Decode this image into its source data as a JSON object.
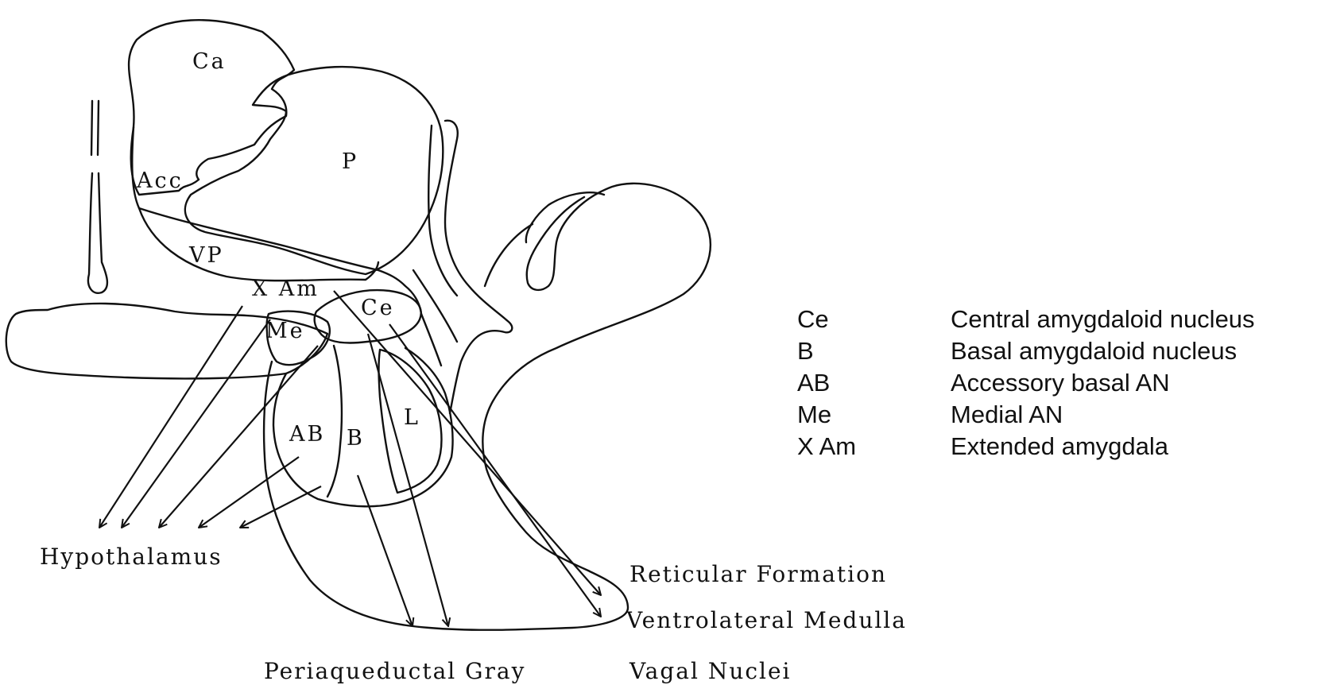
{
  "regions": {
    "ca": "Ca",
    "p": "P",
    "acc": "Acc",
    "vp": "VP",
    "xam": "X Am",
    "ce": "Ce",
    "me": "Me",
    "ab": "AB",
    "b": "B",
    "l": "L"
  },
  "targets": {
    "hypothalamus": "Hypothalamus",
    "reticular_formation": "Reticular Formation",
    "ventrolateral_medulla": "Ventrolateral Medulla",
    "periaqueductal_gray": "Periaqueductal Gray",
    "vagal_nuclei": "Vagal Nuclei"
  },
  "legend": [
    {
      "abbr": "Ce",
      "desc": "Central amygdaloid nucleus"
    },
    {
      "abbr": "B",
      "desc": "Basal amygdaloid nucleus"
    },
    {
      "abbr": "AB",
      "desc": "Accessory basal AN"
    },
    {
      "abbr": "Me",
      "desc": "Medial AN"
    },
    {
      "abbr": "X Am",
      "desc": "Extended amygdala"
    }
  ]
}
